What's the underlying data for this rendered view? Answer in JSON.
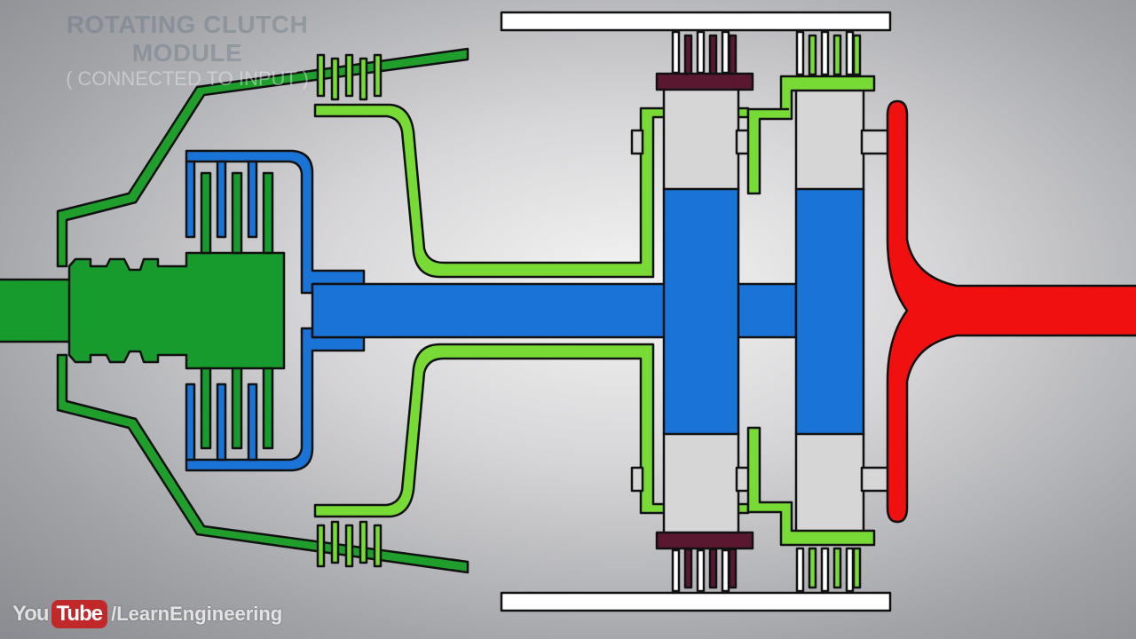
{
  "video": {
    "caption_title": "ROTATING CLUTCH MODULE",
    "caption_subtitle": "( CONNECTED TO INPUT )"
  },
  "watermark": {
    "you": "You",
    "tube": "Tube",
    "channel": "/LearnEngineering"
  },
  "colors": {
    "input_shaft_green": "#169b2c",
    "outer_drum_green": "#1f9e2c",
    "lightgreen_members": "#77da35",
    "blue_clutch_and_gears": "#1a74d8",
    "red_output_shaft": "#f01010",
    "maroon_plates": "#5a1830",
    "light_gray_carriers": "#d6d6d6",
    "white_casing": "#ffffff",
    "outline": "#111111"
  },
  "icons": [
    "youtube-logo-icon"
  ]
}
